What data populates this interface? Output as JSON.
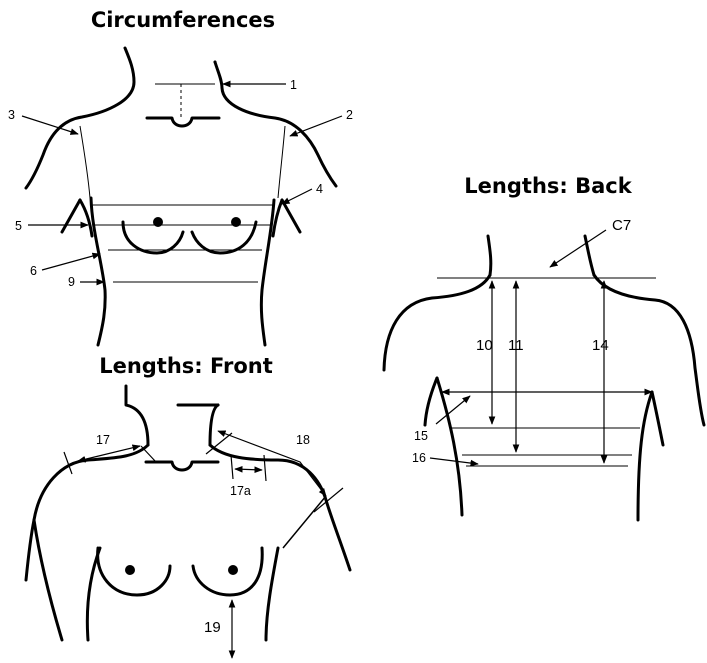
{
  "titles": {
    "circumferences": "Circumferences",
    "front": "Lengths: Front",
    "back": "Lengths: Back"
  },
  "labels": {
    "c1": "1",
    "c2": "2",
    "c3": "3",
    "c4": "4",
    "c5": "5",
    "c6": "6",
    "c9": "9",
    "f17": "17",
    "f17a": "17a",
    "f18": "18",
    "f19": "19",
    "bc7": "C7",
    "b10": "10",
    "b11": "11",
    "b14": "14",
    "b15": "15",
    "b16": "16"
  },
  "colors": {
    "ink": "#000000",
    "background": "#ffffff"
  }
}
